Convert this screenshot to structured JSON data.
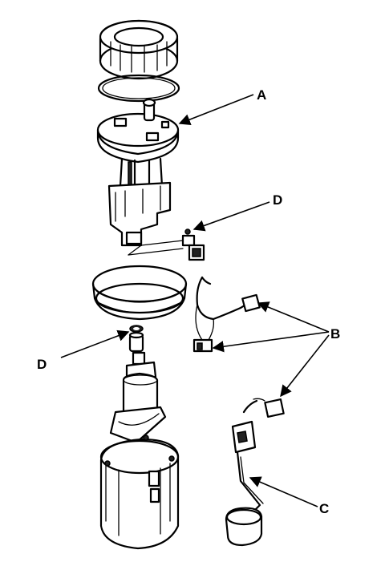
{
  "callouts": {
    "a": "A",
    "b": "B",
    "c": "C",
    "d_upper": "D",
    "d_lower": "D"
  }
}
